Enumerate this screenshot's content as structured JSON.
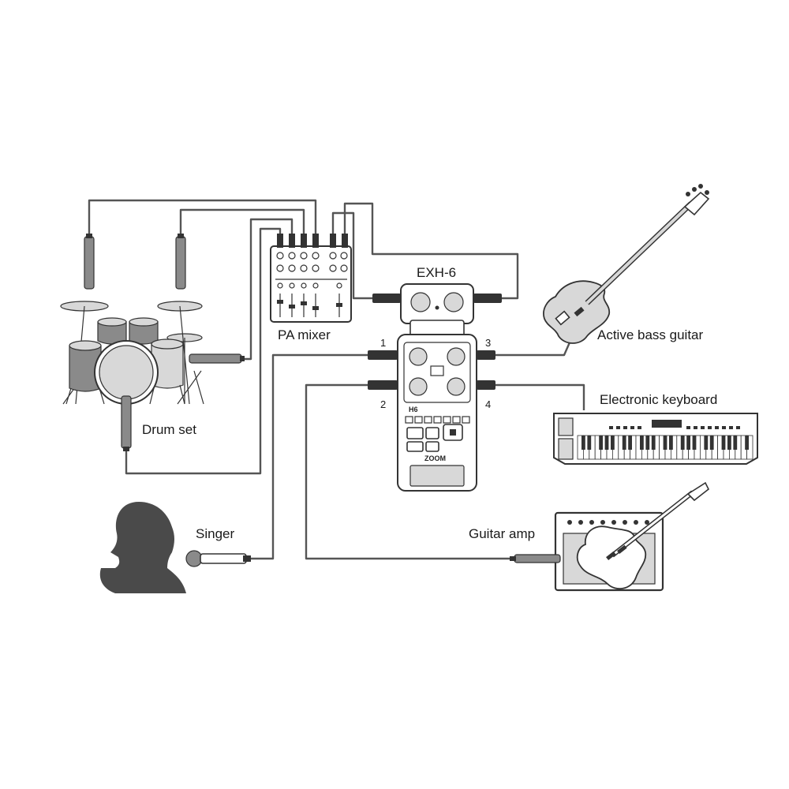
{
  "labels": {
    "exh6": "EXH-6",
    "pa_mixer": "PA mixer",
    "drum_set": "Drum set",
    "singer": "Singer",
    "active_bass_guitar": "Active bass guitar",
    "electronic_keyboard": "Electronic keyboard",
    "guitar_amp": "Guitar amp",
    "recorder_logo": "ZOOM",
    "recorder_model": "H6"
  },
  "inputs": {
    "in1": "1",
    "in2": "2",
    "in3": "3",
    "in4": "4"
  },
  "colors": {
    "line": "#333333",
    "cable": "#555555",
    "fill_dark": "#8a8a8a",
    "fill_light": "#d8d8d8",
    "background": "#ffffff"
  }
}
